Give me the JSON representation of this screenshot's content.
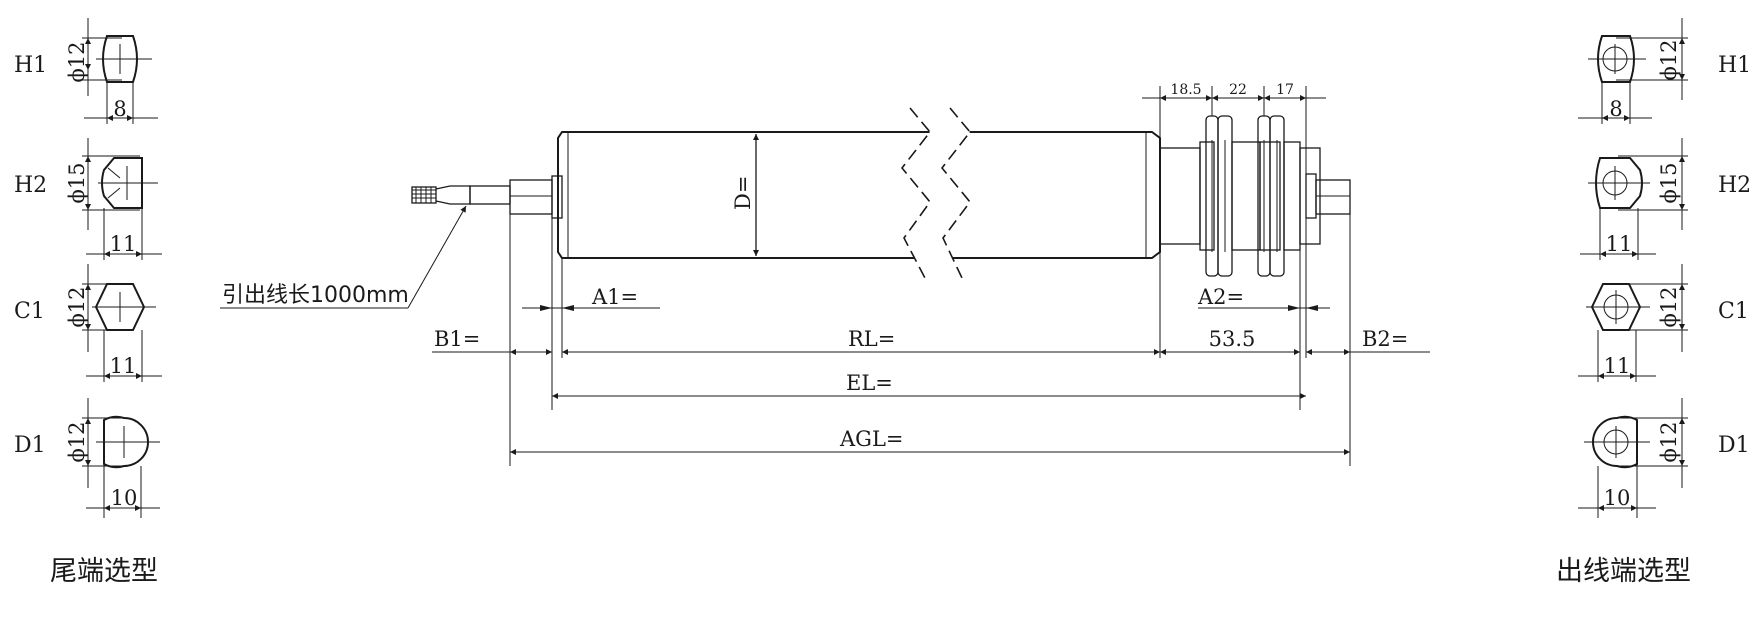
{
  "tail_end": {
    "caption": "尾端选型",
    "options": [
      {
        "code": "H1",
        "dia": "ϕ12",
        "flat": "8"
      },
      {
        "code": "H2",
        "dia": "ϕ15",
        "flat": "11"
      },
      {
        "code": "C1",
        "dia": "ϕ12",
        "flat": "11"
      },
      {
        "code": "D1",
        "dia": "ϕ12",
        "flat": "10"
      }
    ]
  },
  "cable_end": {
    "caption": "出线端选型",
    "options": [
      {
        "code": "H1",
        "dia": "ϕ12",
        "flat": "8"
      },
      {
        "code": "H2",
        "dia": "ϕ15",
        "flat": "11"
      },
      {
        "code": "C1",
        "dia": "ϕ12",
        "flat": "11"
      },
      {
        "code": "D1",
        "dia": "ϕ12",
        "flat": "10"
      }
    ]
  },
  "roller": {
    "cable_note": "引出线长1000mm",
    "diameter_label": "D=",
    "top_dims": [
      "18.5",
      "22",
      "17"
    ],
    "a1_label": "A1=",
    "a2_label": "A2=",
    "b1_label": "B1=",
    "b2_label": "B2=",
    "rl_label": "RL=",
    "el_label": "EL=",
    "agl_label": "AGL=",
    "fixed_dim": "53.5"
  }
}
